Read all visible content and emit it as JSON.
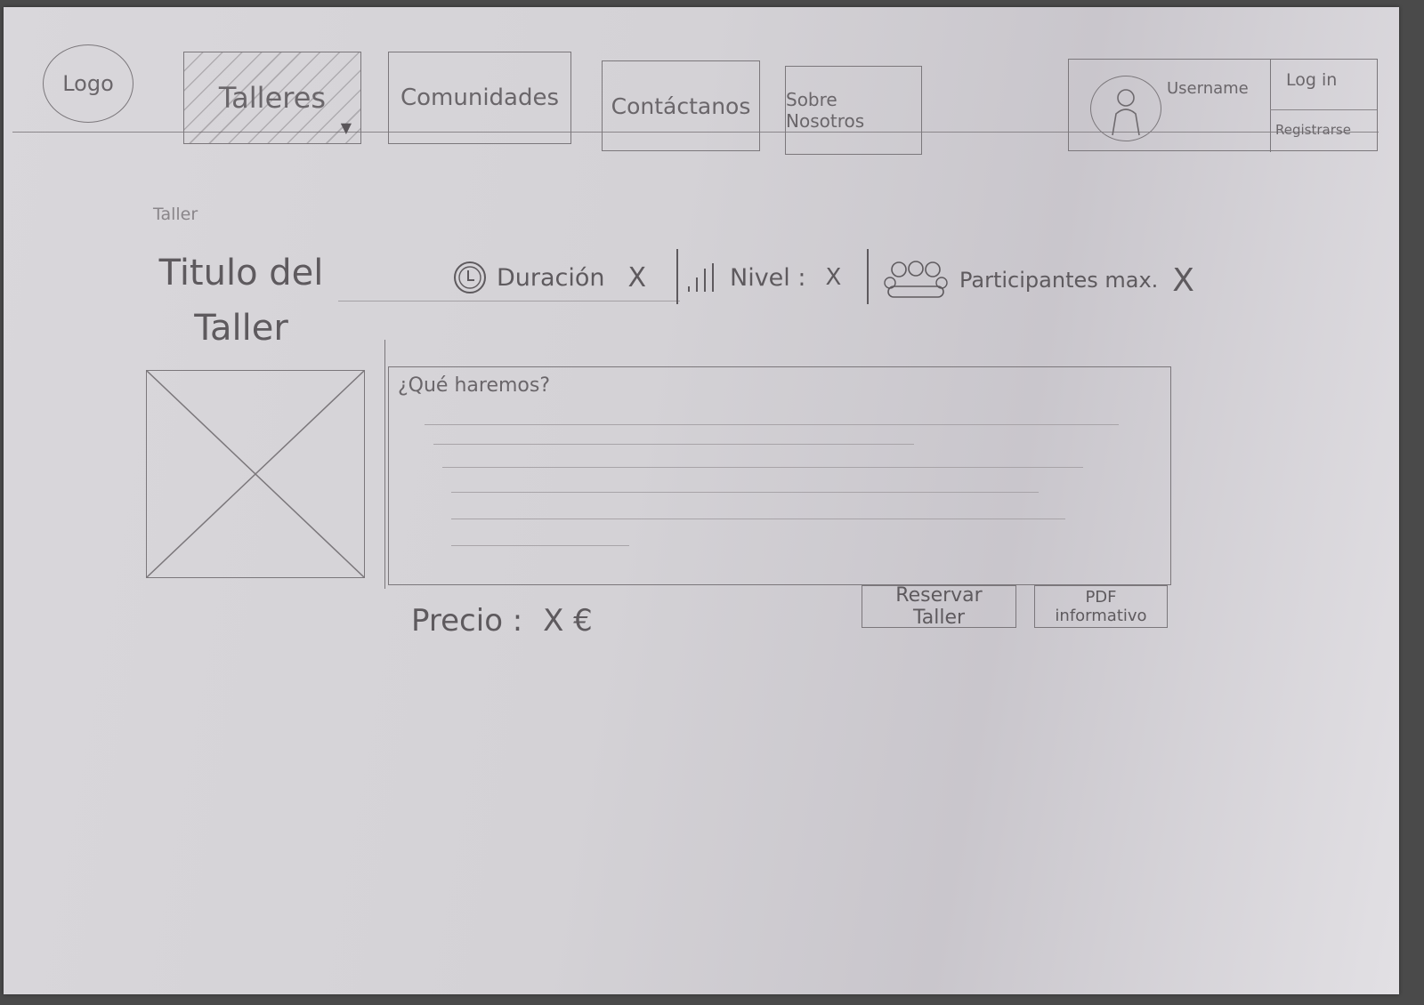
{
  "nav": {
    "logo": "Logo",
    "tabs": [
      {
        "label": "Talleres",
        "active": true,
        "has_dropdown": true
      },
      {
        "label": "Comunidades"
      },
      {
        "label": "Contáctanos"
      },
      {
        "label": "Sobre Nosotros"
      }
    ],
    "username": "Username",
    "login": "Log in",
    "register": "Registrarse"
  },
  "breadcrumb": "Taller",
  "workshop": {
    "title_line1": "Titulo del",
    "title_line2": "Taller",
    "duration": "Duración",
    "duration_value": "X",
    "level": "Nivel :",
    "level_value": "X",
    "participants": "Participantes max.",
    "participants_value": "X",
    "description_heading": "¿Qué haremos?",
    "price_label": "Precio :",
    "price_value": "X €",
    "reserve_button": "Reservar Taller",
    "pdf_button": "PDF informativo"
  },
  "icons": {
    "duration": "clock-icon",
    "level": "signal-bars-icon",
    "participants": "group-icon",
    "image": "image-placeholder-icon",
    "user": "user-avatar-icon",
    "dropdown": "caret-down-icon"
  }
}
